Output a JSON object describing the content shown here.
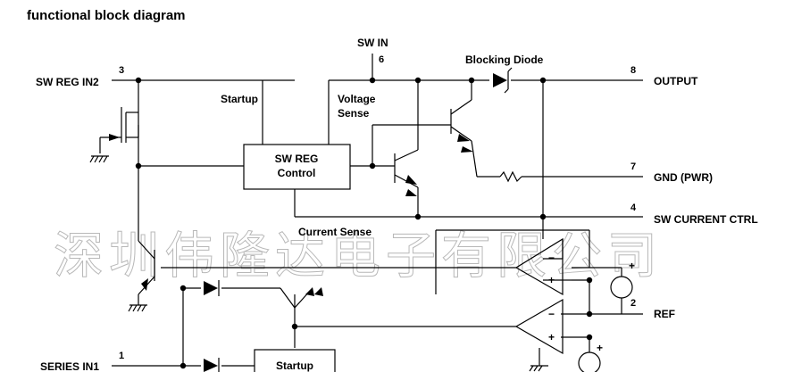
{
  "title": "functional block diagram",
  "watermark": "深圳伟隆达电子有限公司",
  "blocks": {
    "sw_reg_control": [
      "SW REG",
      "Control"
    ],
    "startup_block": "Startup"
  },
  "labels": {
    "startup": "Startup",
    "voltage_sense": [
      "Voltage",
      "Sense"
    ],
    "blocking_diode": "Blocking Diode",
    "current_sense": "Current Sense",
    "sw_in": "SW IN"
  },
  "pins": [
    {
      "number": "3",
      "name": "SW REG IN2"
    },
    {
      "number": "6",
      "name": "SW IN"
    },
    {
      "number": "8",
      "name": "OUTPUT"
    },
    {
      "number": "7",
      "name": "GND (PWR)"
    },
    {
      "number": "4",
      "name": "SW CURRENT CTRL"
    },
    {
      "number": "2",
      "name": "REF"
    },
    {
      "number": "1",
      "name": "SERIES IN1"
    }
  ],
  "amp_signs": {
    "minus": "−",
    "plus": "+"
  }
}
